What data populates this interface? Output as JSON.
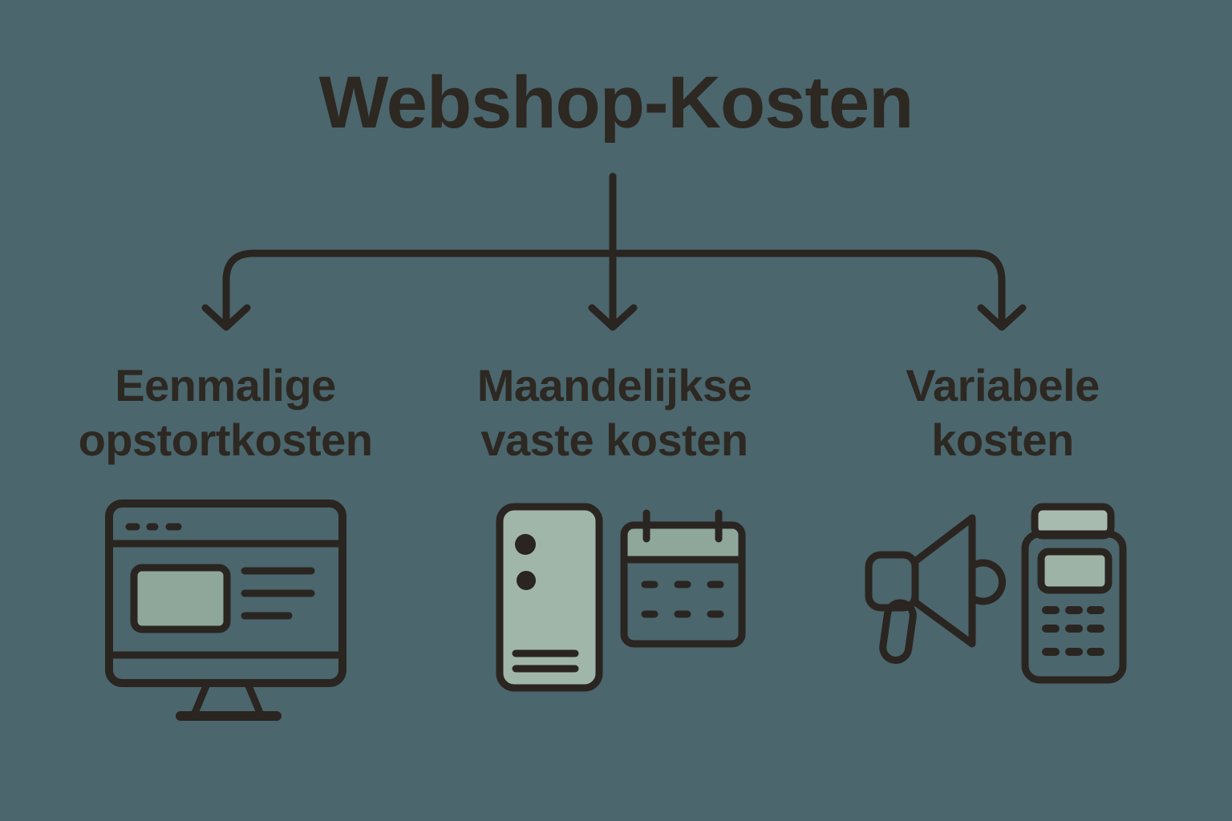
{
  "colors": {
    "bg": "#4b666d",
    "ink": "#2a2520",
    "text": "#2d2822",
    "sage1": "#8ea79a",
    "sage2": "#a0b6a8",
    "sage3": "#9db3a6",
    "sage4": "#a7bcaf"
  },
  "title": "Webshop-Kosten",
  "connector": {
    "style": "three-way branching arrows, down from title to each branch"
  },
  "branches": [
    {
      "id": "one-time-setup",
      "lines": [
        "Eenmalige",
        "opstortkosten"
      ],
      "icons": [
        "browser-monitor-icon"
      ]
    },
    {
      "id": "monthly-fixed",
      "lines": [
        "Maandelijkse",
        "vaste kosten"
      ],
      "icons": [
        "server-tower-icon",
        "calendar-icon"
      ]
    },
    {
      "id": "variable",
      "lines": [
        "Variabele",
        "kosten"
      ],
      "icons": [
        "megaphone-icon",
        "card-terminal-icon"
      ]
    }
  ]
}
